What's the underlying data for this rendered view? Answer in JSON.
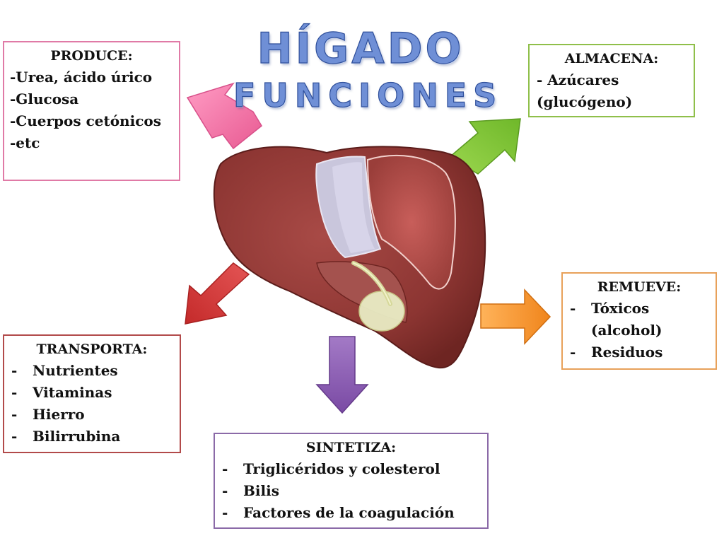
{
  "title": {
    "main": "HÍGADO",
    "sub": "FUNCIONES"
  },
  "boxes": {
    "produce": {
      "heading": "PRODUCE:",
      "items": [
        "-Urea, ácido úrico",
        "-Glucosa",
        "-Cuerpos cetónicos",
        "-etc"
      ]
    },
    "almacena": {
      "heading": "ALMACENA:",
      "items": [
        "- Azúcares",
        "(glucógeno)"
      ]
    },
    "remueve": {
      "heading": "REMUEVE:",
      "items": [
        "Tóxicos",
        "(alcohol)",
        "Residuos"
      ]
    },
    "transporta": {
      "heading": "TRANSPORTA:",
      "items": [
        "Nutrientes",
        "Vitaminas",
        "Hierro",
        "Bilirrubina"
      ]
    },
    "sintetiza": {
      "heading": "SINTETIZA:",
      "items": [
        "Triglicéridos y colesterol",
        "Bilis",
        "Factores de la coagulación"
      ]
    }
  },
  "colors": {
    "produce": "#f27aa8",
    "almacena": "#8ccc3c",
    "remueve": "#f59a3a",
    "transporta": "#d24040",
    "sintetiza": "#8a5cb0",
    "title": "#6f8fd6"
  },
  "illustration": "liver"
}
